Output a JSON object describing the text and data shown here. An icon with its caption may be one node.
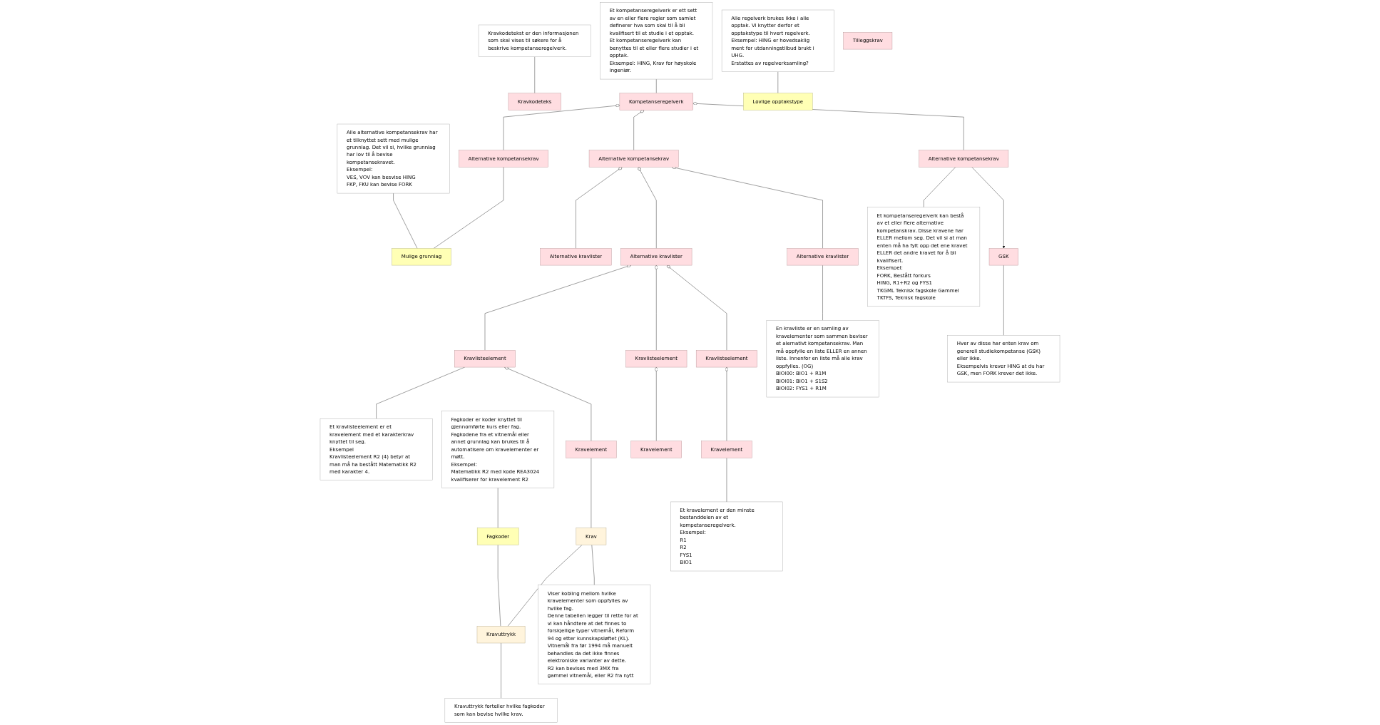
{
  "diagram": {
    "nodes": [
      {
        "text": [
          "Kravkodetekst er den informasjonen som skal vises til søkere for å beskrive kompetanseregelverk."
        ]
      },
      {
        "text": [
          "Et kompetanseregelverk er ett sett av en eller flere regler som samlet definerer hva som skal til å bli kvalifisert til et studie i et opptak.",
          "Et kompetanseregelverk kan benyttes til et eller flere studier i et opptak.",
          "Eksempel: HING, Krav for høyskole ingeniør."
        ]
      },
      {
        "text": [
          "Alle regelverk brukes ikke i alle opptak. Vi knytter derfor et opptakstype til hvert regelverk.",
          "Eksempel: HING er hovedsaklig ment for utdanningstilbud brukt i UHG.",
          "Erstattes av regelverksamling?"
        ]
      },
      {
        "text": [
          "Et kompetanseregelverk kan bestå av et eller flere alternative kompetanskrav. Disse kravene har ELLER mellom seg. Det vil si at man enten må ha fylt opp det ene kravet ELLER det andre kravet for å bli kvalifisert.",
          "Eksempel:",
          "FORK, Bestått forkurs",
          "HING, R1+R2 og FYS1",
          "TKGML Teknisk fagskole Gammel",
          "TKTFS, Teknisk fagskole"
        ]
      },
      {
        "text": [
          "Kravkodeteks"
        ]
      },
      {
        "text": [
          "Kompetanseregelverk"
        ]
      },
      {
        "text": [
          "Lovlige opptakstype"
        ]
      },
      {
        "text": [
          "Alle alternative kompetansekrav har et tilknyttet sett med mulige grunnlag. Det vil si, hvilke grunnlag har lov til å bevise kompetansekravet.",
          "Eksempel:",
          "VES, VOV kan besvise HING",
          "FKP, FKU kan bevise FORK"
        ]
      },
      {
        "text": [
          "Mulige grunnlag"
        ]
      },
      {
        "text": [
          "Alternative kompetansekrav"
        ]
      },
      {
        "text": [
          "Alternative kompetansekrav"
        ]
      },
      {
        "text": [
          "Alternative kompetansekrav"
        ]
      },
      {
        "text": [
          "GSK"
        ]
      },
      {
        "text": [
          "Hver av disse har enten krav om generell studiekompetanse (GSK) eller ikke.",
          "Eksempelvis krever HING at du har GSK, men FORK krever det ikke."
        ]
      },
      {
        "text": [
          "Tilleggskrav"
        ]
      },
      {
        "text": [
          "Alternative kravlister"
        ]
      },
      {
        "text": [
          "Alternative kravlister"
        ]
      },
      {
        "text": [
          "Alternative kravlister"
        ]
      },
      {
        "text": [
          "En kravliste er en samling av kravelementer som sammen beviser et alernativt kompetansekrav. Man må oppfylle en liste ELLER en annen liste. Innenfor en liste må alle krav oppfylles. (OG)",
          "BIOI00: BIO1 + R1M",
          "BIOI01: BIO1 + S1S2",
          "BIOI02: FYS1 + R1M"
        ]
      },
      {
        "text": [
          "Et kravlisteelement er et kravelement med et karakterkrav knyttet til seg.",
          "Eksempel",
          "Kravlisteelement R2 (4) betyr at man må ha bestått Matematikk R2 med karakter 4."
        ]
      },
      {
        "text": [
          "Kravlisteelement"
        ]
      },
      {
        "text": [
          "Kravlisteelement"
        ]
      },
      {
        "text": [
          "Kravlisteelement"
        ]
      },
      {
        "text": [
          "Fagkoder er koder knyttet til gjennomførte kurs eller fag. Fagkodene fra et vitnemål eller annet grunnlag kan brukes til å automatisere om kravelementer er møtt.",
          "Eksempel:",
          "Matematikk R2 med kode REA3024 kvalifiserer for kravelement R2"
        ]
      },
      {
        "text": [
          "Fagkoder"
        ]
      },
      {
        "text": [
          "Kravuttrykk"
        ]
      },
      {
        "text": [
          "Krav"
        ]
      },
      {
        "text": [
          "Kravelement"
        ]
      },
      {
        "text": [
          "Kravelement"
        ]
      },
      {
        "text": [
          "Kravelement"
        ]
      },
      {
        "text": [
          "Et kravelement er den minste bestanddelen av et kompetanseregelverk.",
          "Eksempel:",
          "R1",
          "R2",
          "FYS1",
          "BIO1"
        ]
      },
      {
        "text": [
          "Kravuttrykk forteller hvilke fagkoder som kan bevise hvilke krav."
        ]
      },
      {
        "text": [
          "Viser kobling mellom hvilke kravelementer som oppfylles av hvilke fag.",
          "Denne tabellen legger til rette for at vi kan håndtere at det finnes to forskjellige typer vitnemål, Reform 94 og etter kunnskapsløftet (KL).",
          "Vitnemål fra før 1994 må manuelt behandles da det ikke finnes elektroniske varianter av dette.",
          "R2 kan bevises med 3MX fra gammel vitnemål, eller R2 fra nytt"
        ]
      }
    ],
    "edges": [
      {
        "from": 0,
        "to": 4,
        "arrow": "none"
      },
      {
        "from": 1,
        "to": 5,
        "arrow": "none"
      },
      {
        "from": 2,
        "to": 6,
        "arrow": "none"
      },
      {
        "from": 5,
        "to": 9,
        "arrow": "other"
      },
      {
        "from": 5,
        "to": 10,
        "arrow": "other"
      },
      {
        "from": 5,
        "to": 11,
        "arrow": "other"
      },
      {
        "from": 11,
        "to": 3,
        "arrow": "none"
      },
      {
        "from": 7,
        "to": 8,
        "arrow": "none"
      },
      {
        "from": 9,
        "to": 8,
        "arrow": "none"
      },
      {
        "from": 11,
        "to": 12,
        "arrow": "to"
      },
      {
        "from": 12,
        "to": 13,
        "arrow": "none"
      },
      {
        "from": 10,
        "to": 15,
        "arrow": "other"
      },
      {
        "from": 10,
        "to": 16,
        "arrow": "other"
      },
      {
        "from": 10,
        "to": 17,
        "arrow": "other"
      },
      {
        "from": 17,
        "to": 18,
        "arrow": "none"
      },
      {
        "from": 16,
        "to": 20,
        "arrow": "other"
      },
      {
        "from": 16,
        "to": 21,
        "arrow": "other"
      },
      {
        "from": 16,
        "to": 22,
        "arrow": "other"
      },
      {
        "from": 20,
        "to": 19,
        "arrow": "none"
      },
      {
        "from": 20,
        "to": 27,
        "arrow": "other"
      },
      {
        "from": 21,
        "to": 28,
        "arrow": "other"
      },
      {
        "from": 22,
        "to": 29,
        "arrow": "other"
      },
      {
        "from": 23,
        "to": 24,
        "arrow": "none"
      },
      {
        "from": 24,
        "to": 25,
        "arrow": "none"
      },
      {
        "from": 26,
        "to": 25,
        "arrow": "none"
      },
      {
        "from": 27,
        "to": 26,
        "arrow": "none"
      },
      {
        "from": 29,
        "to": 30,
        "arrow": "none"
      },
      {
        "from": 25,
        "to": 31,
        "arrow": "none"
      },
      {
        "from": 26,
        "to": 32,
        "arrow": "none"
      }
    ]
  }
}
